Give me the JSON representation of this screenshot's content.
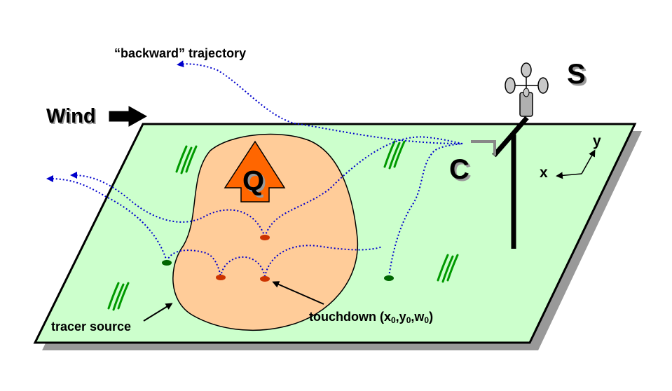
{
  "labels": {
    "wind": "Wind",
    "backward": "“backward” trajectory",
    "source_symbol": "Q",
    "sensor_symbol": "S",
    "concentration_symbol": "C",
    "axis_x": "x",
    "axis_y": "y",
    "tracer_source": "tracer source",
    "touchdown_prefix": "touchdown (x",
    "touchdown_sub1": "0",
    "touchdown_y": ",y",
    "touchdown_sub2": "0",
    "touchdown_w": ",w",
    "touchdown_sub3": "0",
    "touchdown_suffix": ")"
  },
  "colors": {
    "ground": "#ccffcc",
    "source_area": "#ffcc99",
    "source_arrow": "#ff6600",
    "trajectory": "#0000cc",
    "touchdown_in_source": "#cc3300",
    "touchdown_outside": "#006600",
    "grass": "#009900",
    "shadow": "#999999"
  }
}
